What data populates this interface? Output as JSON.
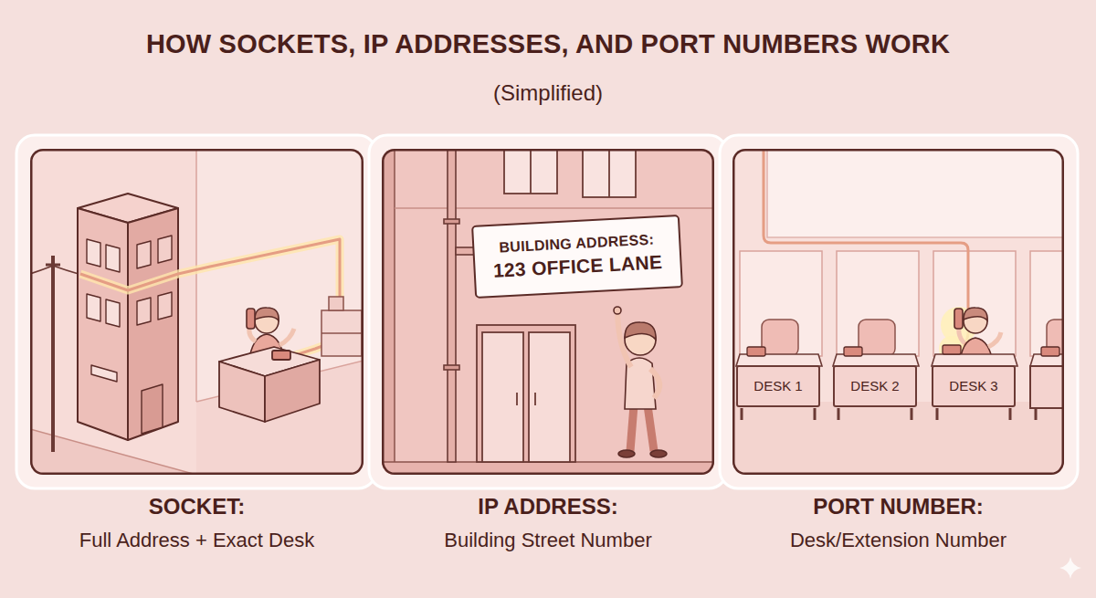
{
  "diagram": {
    "title": "HOW SOCKETS, IP ADDRESSES, AND PORT NUMBERS WORK",
    "nodes": [
      {
        "text": [
          "SOCKET:",
          "Full Address + Exact Desk"
        ]
      },
      {
        "text": [
          "IP ADDRESS:",
          "Building Street Number"
        ]
      },
      {
        "text": [
          "BUILDING ADDRESS:",
          "123 OFFICE LANE"
        ],
        "in": 1
      },
      {
        "text": [
          "PORT NUMBER:",
          "Desk/Extension Number"
        ]
      },
      {
        "text": [
          "DESK 1"
        ],
        "in": 3
      },
      {
        "text": [
          "DESK 2"
        ],
        "in": 3
      },
      {
        "text": [
          "DESK 3"
        ],
        "in": 3
      }
    ],
    "labels": [
      "(Simplified)"
    ]
  }
}
